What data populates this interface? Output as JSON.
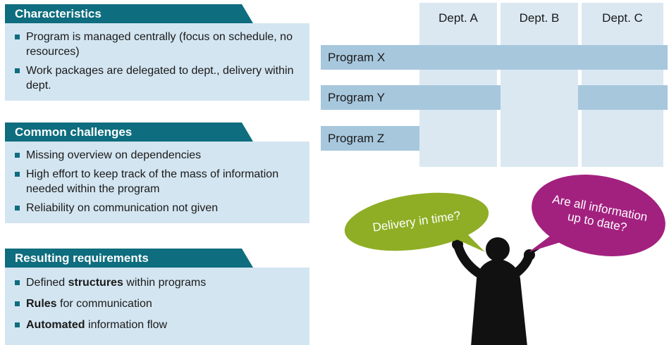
{
  "panels": [
    {
      "title": "Characteristics",
      "bullets": [
        "Program is managed centrally (focus on schedule, no resources)",
        "Work packages are delegated to dept., delivery within dept."
      ]
    },
    {
      "title": "Common challenges",
      "bullets": [
        "Missing overview on dependencies",
        "High effort to keep track of the mass of information needed within the program",
        "Reliability on communication not given"
      ]
    },
    {
      "title": "Resulting requirements",
      "bullets_rich": [
        {
          "pre": "Defined ",
          "bold": "structures",
          "post": " within programs"
        },
        {
          "pre": "",
          "bold": "Rules",
          "post": " for communication"
        },
        {
          "pre": "",
          "bold": "Automated",
          "post": " information flow"
        }
      ]
    }
  ],
  "matrix": {
    "departments": [
      "Dept. A",
      "Dept. B",
      "Dept. C"
    ],
    "programs": [
      "Program X",
      "Program Y",
      "Program Z"
    ],
    "coverage": [
      [
        "Dept. A",
        "Dept. B",
        "Dept. C"
      ],
      [
        "Dept. A",
        "Dept. C"
      ],
      []
    ]
  },
  "speech": {
    "green_bubble": "Delivery in time?",
    "magenta_bubble": "Are all information up to date?"
  },
  "colors": {
    "header_teal": "#0e6d7e",
    "panel_blue": "#d3e5f1",
    "bar_blue": "#a7c7dd",
    "column_blue": "#dbe8f2",
    "bubble_green": "#8fae25",
    "bubble_magenta": "#a2217f",
    "silhouette_black": "#111111"
  }
}
